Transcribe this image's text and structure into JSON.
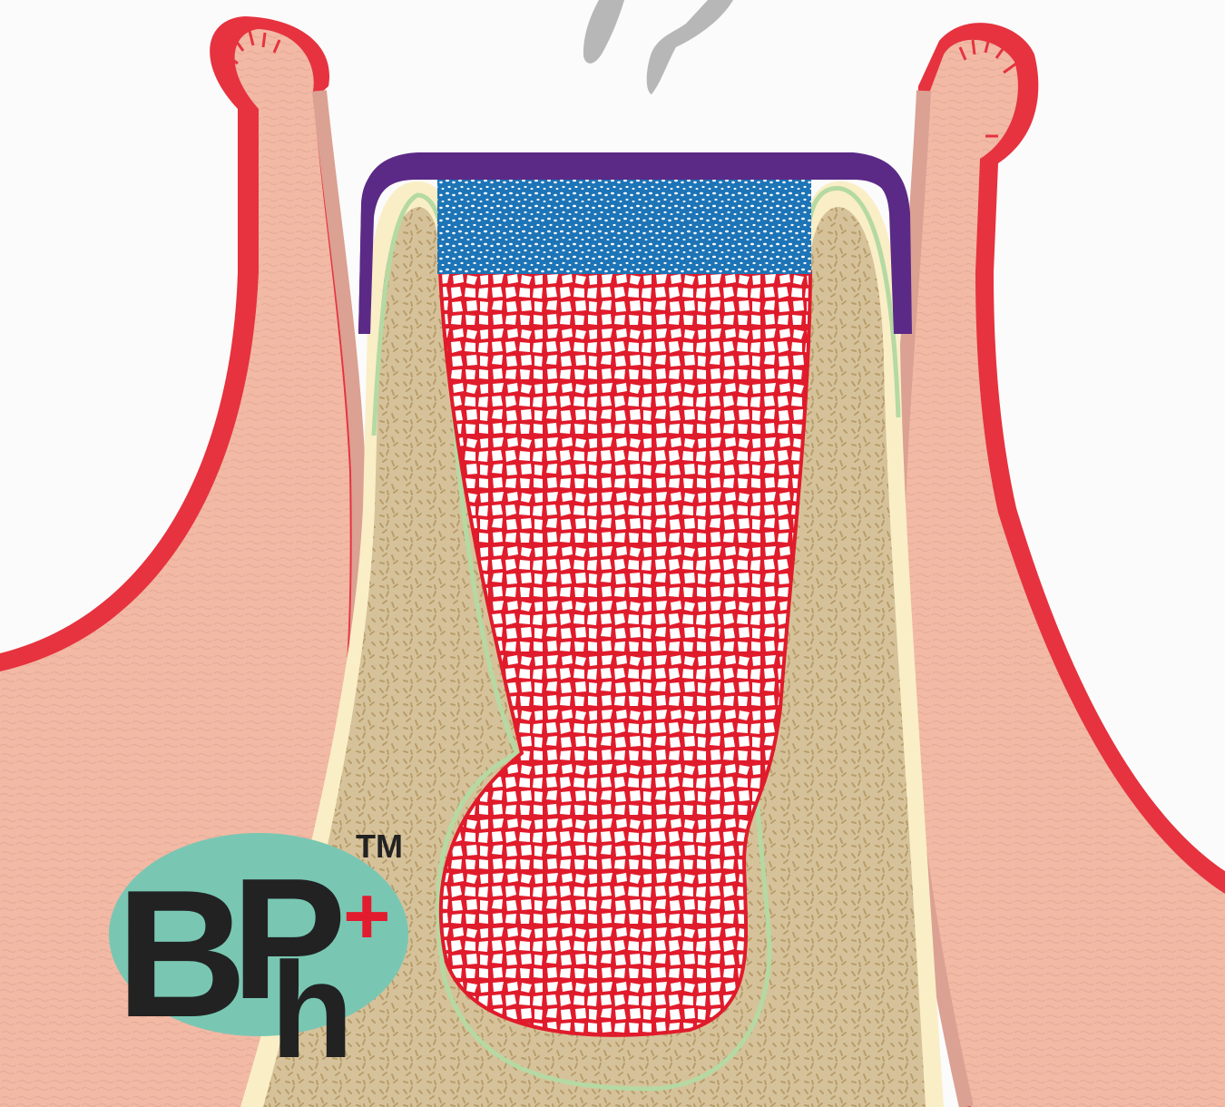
{
  "logo": {
    "text_b": "B",
    "text_p": "P",
    "text_h": "h",
    "plus": "+",
    "trademark": "TM"
  },
  "colors": {
    "background": "#fbfbfb",
    "gum_tissue": "#f2b9a5",
    "gum_inner_border": "#dba193",
    "gum_outer_red": "#e6333f",
    "gum_outer_pink": "#e1748d",
    "gum_ridge_pattern": "#e5ab98",
    "cortical_bone": "#faeec6",
    "cancellous_bone": "#d6c29a",
    "bone_pore_pattern": "#b89d6a",
    "socket_lining": "#b5d9a3",
    "graft_matrix_red": "#e01b2b",
    "graft_particles": "#ffffff",
    "membrane_purple": "#5b2a86",
    "collagen_plug_blue": "#1d74b6",
    "instrument_gray": "#b7b7b7",
    "logo_teal": "#79c7b3",
    "logo_dark": "#222222",
    "logo_red": "#e21b2e"
  },
  "icons": {
    "instrument": "forceps-tips-icon",
    "logo": "brand-logo-icon"
  }
}
